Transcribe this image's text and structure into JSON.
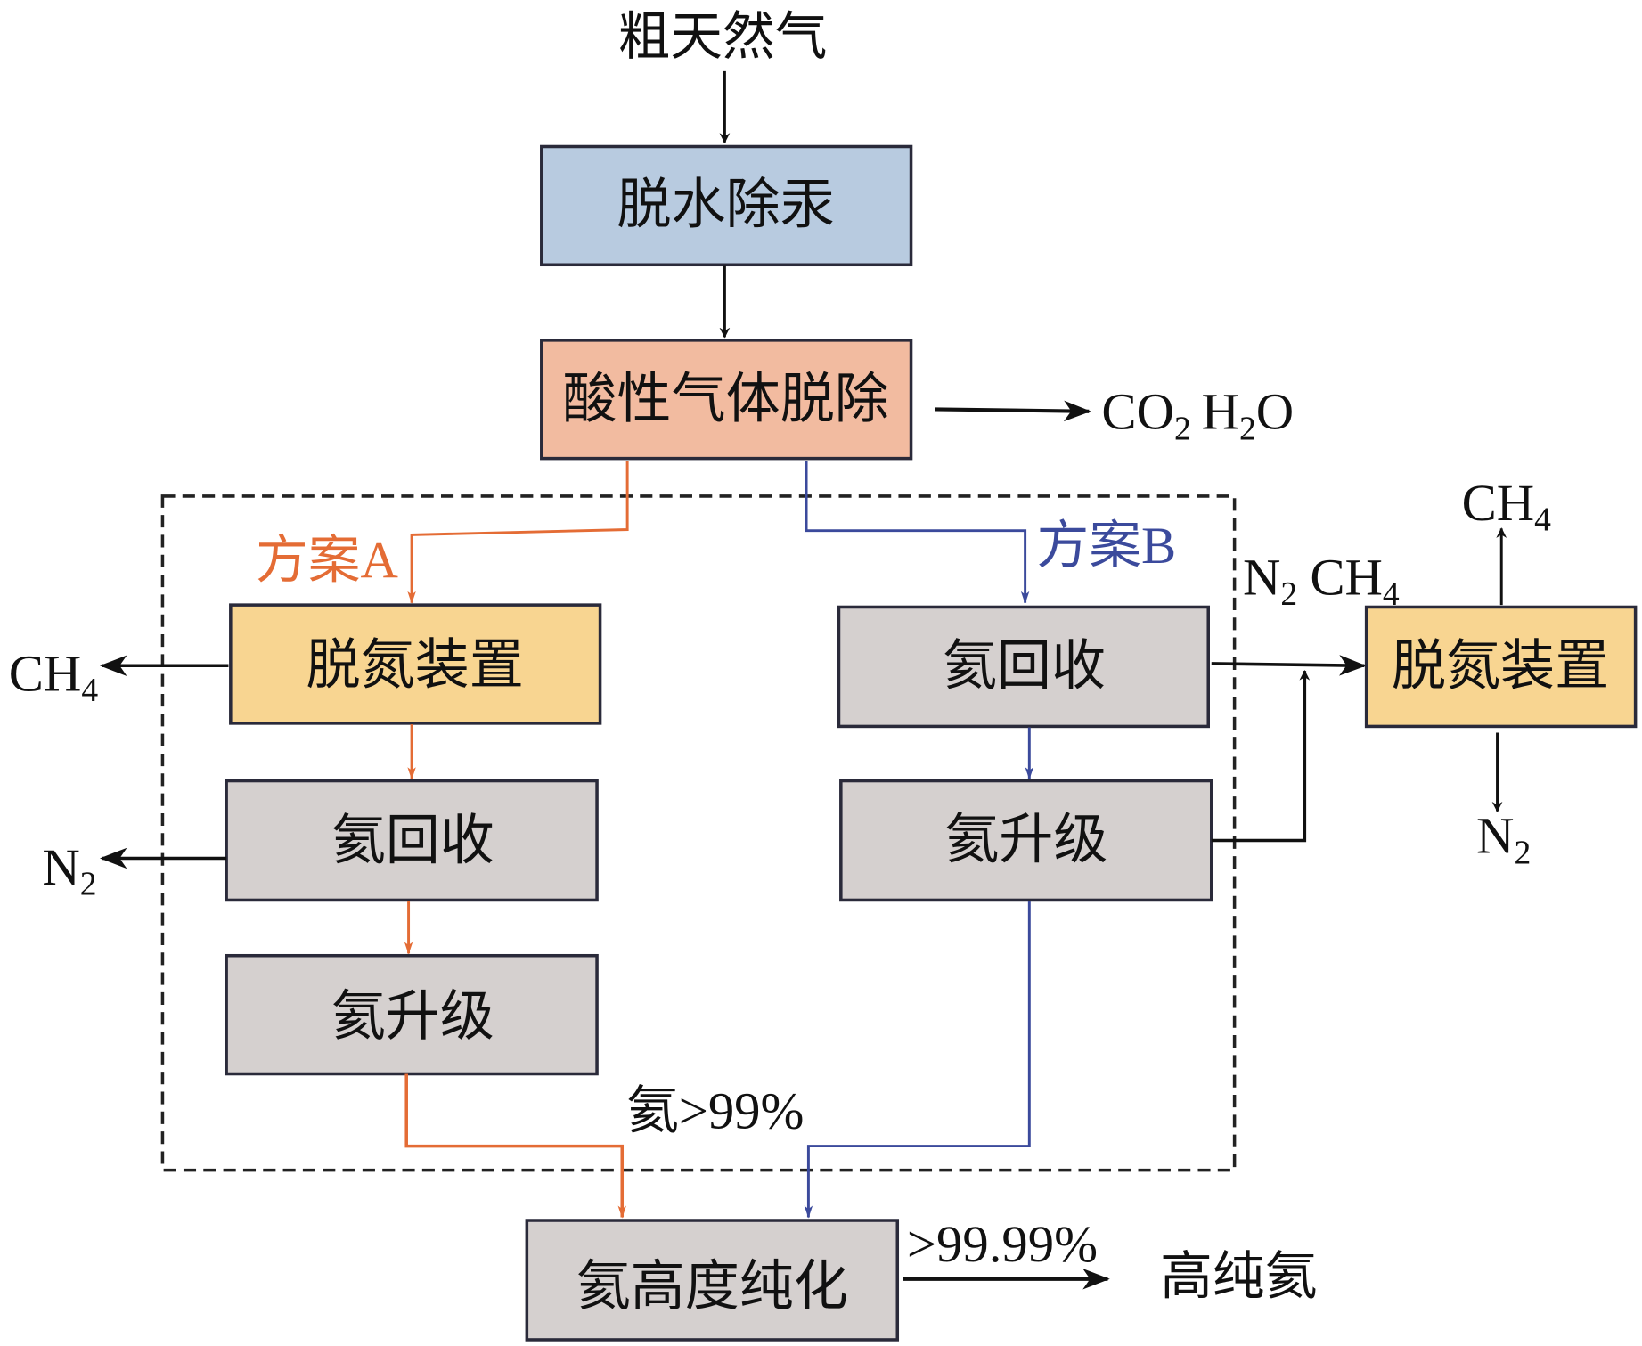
{
  "colors": {
    "scheme_a": "#e46c35",
    "scheme_b": "#3b4a9c",
    "dehydration_box": "#b8cbe0",
    "acid_gas_box": "#f2bba0",
    "denitrogen_box": "#f8d591",
    "helium_box": "#d5d0cf"
  },
  "input": "粗天然气",
  "boxes": {
    "dehydration": "脱水除汞",
    "acid_gas": "酸性气体脱除",
    "a_denitrogen": "脱氮装置",
    "a_recovery": "氦回收",
    "a_upgrade": "氦升级",
    "b_recovery": "氦回收",
    "b_upgrade": "氦升级",
    "b_denitrogen": "脱氮装置",
    "purification": "氦高度纯化"
  },
  "labels": {
    "acid_out_co2": "CO",
    "acid_out_h2o_h": "H",
    "acid_out_h2o_o": "O",
    "scheme_a": "方案A",
    "scheme_b": "方案B",
    "b_n2ch4_n": "N",
    "b_n2ch4_ch": "CH",
    "right_ch4": "CH",
    "right_n2": "N",
    "left_ch4": "CH",
    "left_n2": "N",
    "helium_99": "氦>99%",
    "purity": ">99.99%",
    "output": "高纯氦",
    "sub2": "2",
    "sub4": "4"
  }
}
